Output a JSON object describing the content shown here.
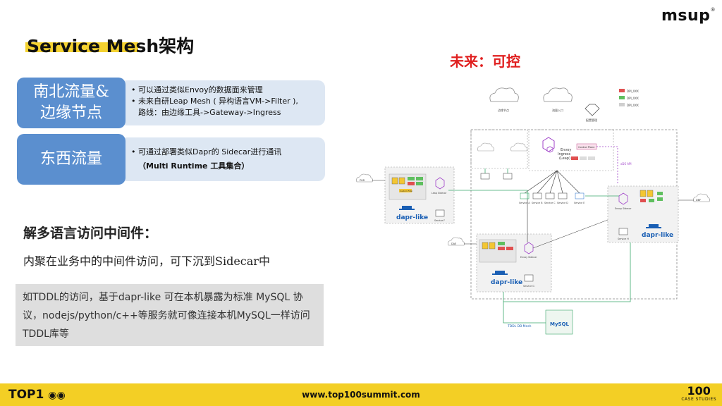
{
  "brand": {
    "logo": "msup",
    "logo_reg": "®"
  },
  "title": "Service Mesh架构",
  "future_label": "未来：可控",
  "rows": [
    {
      "label_line1": "南北流量&",
      "label_line2": "边缘节点",
      "bullet1": "可以通过类似Envoy的数据面来管理",
      "bullet2_line1": "未来自研Leap Mesh ( 异构语言VM->Filter ),",
      "bullet2_line2": "路线：由边缘工具->Gateway->Ingress"
    },
    {
      "label": "东西流量",
      "bullet1": "可通过部署类似Dapr的 Sidecar进行通讯",
      "bullet2": "（Multi Runtime 工具集合）"
    }
  ],
  "sub_heading": "解多语言访问中间件：",
  "body_line": "内聚在业务中的中间件访问，可下沉到Sidecar中",
  "grey_box": {
    "line1": "如TDDL的访问，基于dapr-like 可在本机暴露为标准 MySQL 协",
    "line2": "议，nodejs/python/c++等服务就可像连接本机MySQL一样访问",
    "line3": "TDDL库等"
  },
  "diagram": {
    "legend": [
      "DPI_XXX",
      "DPI_XXX",
      "DPI_XXX"
    ],
    "top_left_label": "边缘节点",
    "top_mid_label": "流量入口",
    "top_right_label": "配置管理",
    "envoy_ingress": [
      "Envoy",
      "Ingress",
      "(Leap)"
    ],
    "control_plane": "Control Plane",
    "xds": "xDS API",
    "service_labels": [
      "Service A",
      "Service B",
      "Service C",
      "Service D",
      "Service E"
    ],
    "dapr_like": "dapr-like",
    "custom_filter": "Custom Filter",
    "tddl_mesh": "TDDL DB Mesh",
    "mysql": "MySQL",
    "nodes": [
      "PHR",
      "DAE",
      "DAE",
      "DBF"
    ],
    "sidecar": "Envoy Sidecar",
    "leap_sidecar": "Leap Sidecar",
    "service_f": "Service F",
    "service_g": "Service G",
    "service_h": "Service H"
  },
  "footer": {
    "logo": "TOP1",
    "url": "www.top100summit.com",
    "right_big": "100",
    "right_small": "CASE STUDIES"
  },
  "colors": {
    "accent_yellow": "#f3cf25",
    "label_blue": "#5b8fcf",
    "row_bg": "#dde7f3",
    "red": "#e02020",
    "dapr_blue": "#1a5fb4",
    "green_line": "#3aa86b",
    "purple": "#a043c9"
  }
}
